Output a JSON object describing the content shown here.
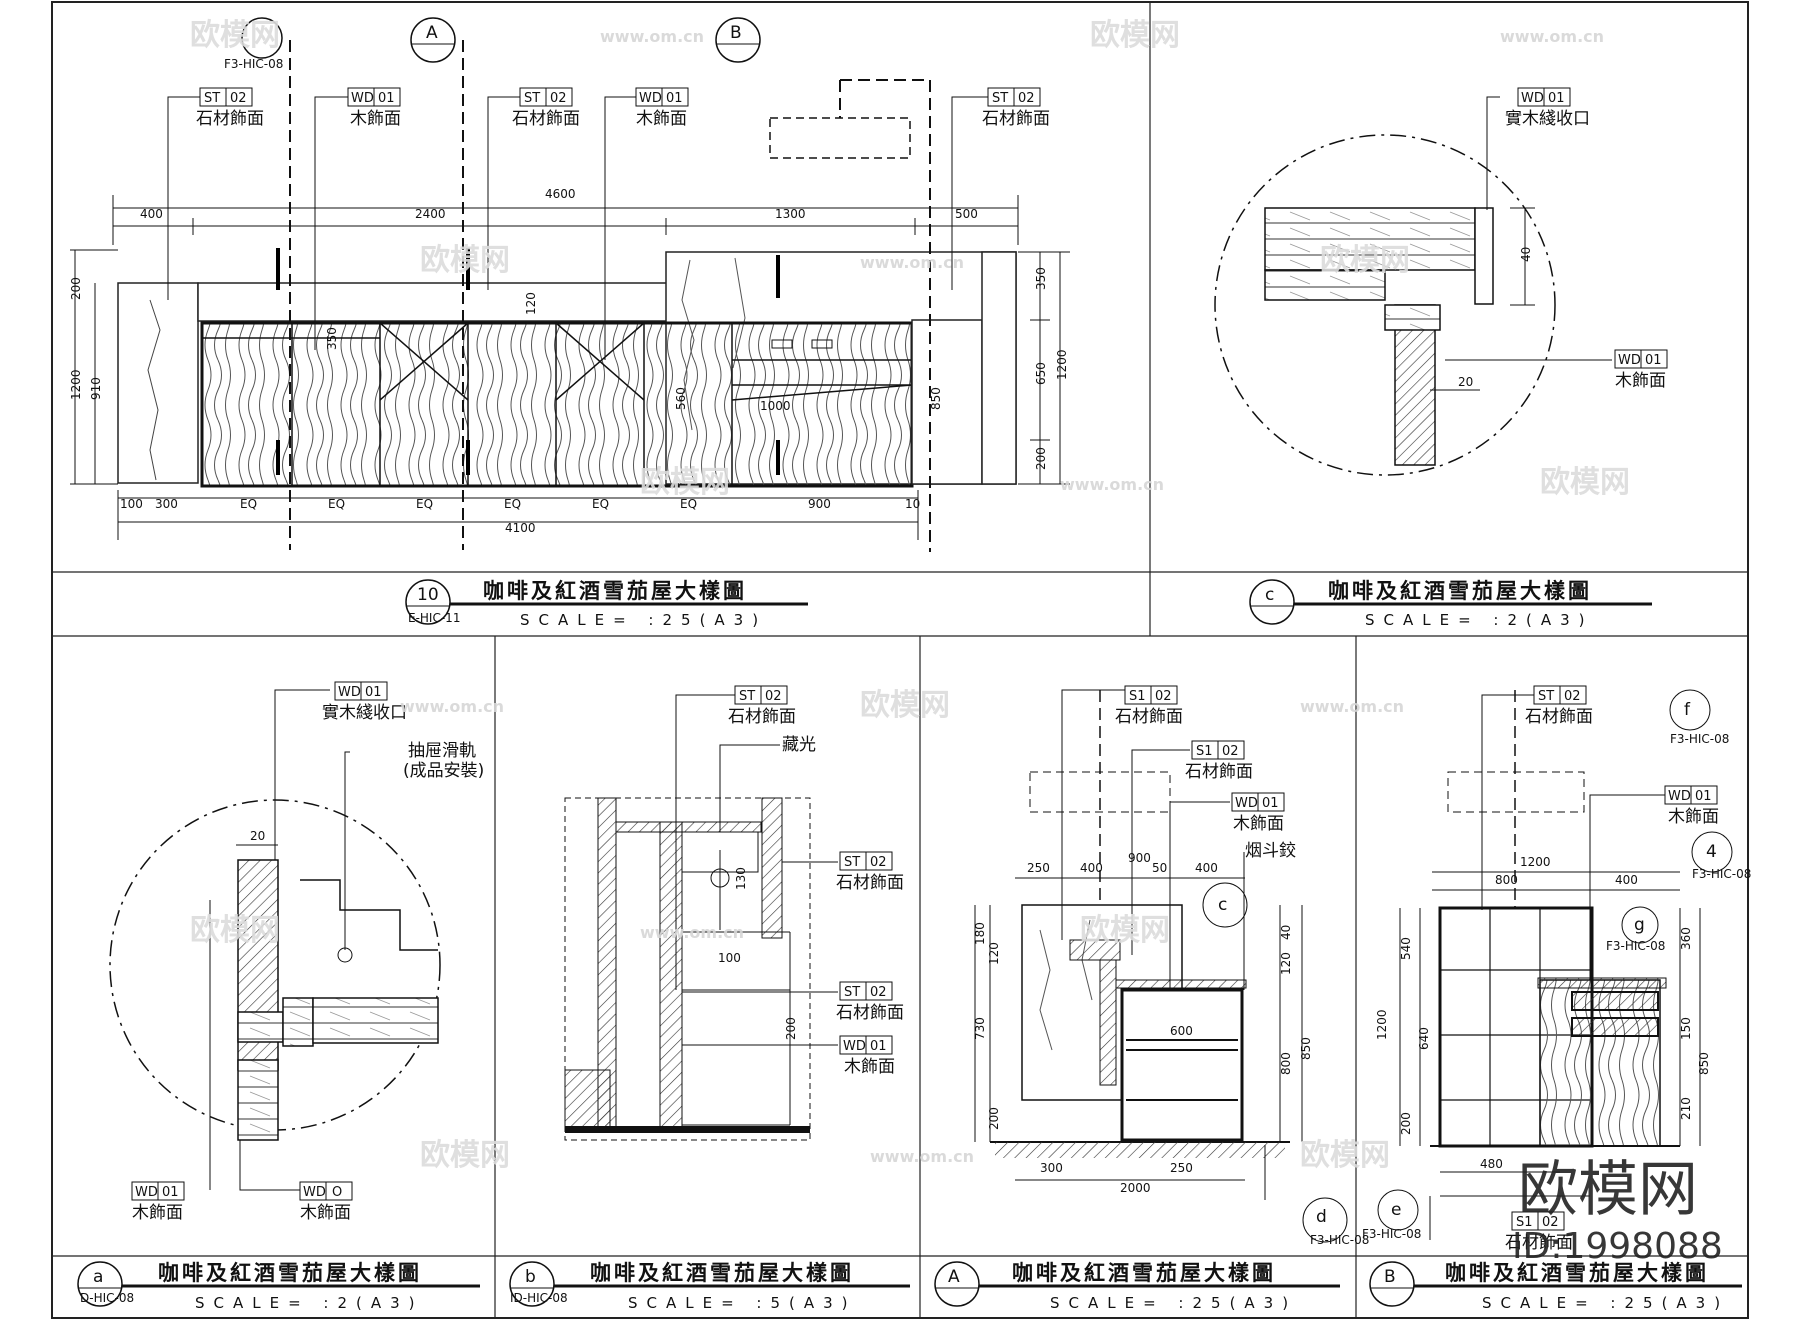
{
  "watermark": {
    "brand": "欧模网",
    "url": "www.om.cn",
    "logo": "欧模网",
    "id": "ID:1998088"
  },
  "materials": {
    "st02": {
      "code": "ST",
      "num": "02",
      "label": "石材飾面"
    },
    "st_s1": {
      "code": "S1",
      "num": "02",
      "label": "石材飾面"
    },
    "wd01": {
      "code": "WD",
      "num": "01",
      "label": "木飾面"
    },
    "wd01_edge": {
      "code": "WD",
      "num": "01",
      "label": "實木綫收口"
    },
    "wd_plain": {
      "code": "WD",
      "num": "O",
      "label": "木飾面"
    },
    "slide": "抽屉滑軌\n(成品安裝)",
    "hidden_light": "藏光",
    "hinge": "烟斗鉸"
  },
  "panels": {
    "p10": {
      "num": "10",
      "ref": "E-HIC-11",
      "title": "咖啡及紅酒雪茄屋大樣圖",
      "scale": "SCALE=  :25(A3)"
    },
    "pc": {
      "num": "c",
      "ref": "",
      "title": "咖啡及紅酒雪茄屋大樣圖",
      "scale": "SCALE=  :2(A3)"
    },
    "pa": {
      "num": "a",
      "ref": "D-HIC-08",
      "title": "咖啡及紅酒雪茄屋大樣圖",
      "scale": "SCALE=  :2(A3)"
    },
    "pb": {
      "num": "b",
      "ref": "ID-HIC-08",
      "title": "咖啡及紅酒雪茄屋大樣圖",
      "scale": "SCALE=  :5(A3)"
    },
    "pA": {
      "num": "A",
      "ref": "",
      "title": "咖啡及紅酒雪茄屋大樣圖",
      "scale": "SCALE=  :25(A3)"
    },
    "pB": {
      "num": "B",
      "ref": "",
      "title": "咖啡及紅酒雪茄屋大樣圖",
      "scale": "SCALE=  :25(A3)"
    }
  },
  "callouts": {
    "secA": "A",
    "secB": "B",
    "secc": "c",
    "secd": "d",
    "sece": "e",
    "secf": "f",
    "secg": "g",
    "ref_e": "F3-HIC-08",
    "ref_B": "F3-HIC-08",
    "ref_d": "F3-HIC-08",
    "ref_e2": "F3-HIC-08",
    "ref_f": "F3-HIC-08",
    "ref_4": "F3-HIC-08",
    "ref_g": "F3-HIC-08",
    "num_4": "4"
  },
  "dims_main": {
    "total_top": "4600",
    "seg_top": [
      "400",
      "2400",
      "1300",
      "500"
    ],
    "seg_bottom": [
      "100",
      "300",
      "EQ",
      "EQ",
      "EQ",
      "EQ",
      "EQ",
      "EQ",
      "900",
      "10"
    ],
    "total_bottom": "4100",
    "left_h": [
      "200",
      "910",
      "1200"
    ],
    "right_h": [
      "350",
      "1200",
      "650",
      "200"
    ],
    "inner": [
      "120",
      "350",
      "850",
      "1000",
      "560"
    ]
  },
  "dims_c": {
    "v": "40",
    "h": "20"
  },
  "dims_a": {
    "h": "20"
  },
  "dims_b": {
    "a": "100",
    "b": "130",
    "c": "200"
  },
  "dims_A": {
    "top": [
      "250",
      "400",
      "50",
      "400"
    ],
    "w": "900",
    "inner": "600",
    "bottom": [
      "300",
      "250"
    ],
    "total": "2000",
    "left": [
      "180",
      "120",
      "730",
      "200"
    ],
    "right": [
      "40",
      "120",
      "800",
      "850"
    ]
  },
  "dims_B": {
    "top": [
      "800",
      "400"
    ],
    "w": "1200",
    "left": [
      "540",
      "640",
      "200"
    ],
    "right": [
      "360",
      "150",
      "850",
      "210"
    ],
    "bottom": "480",
    "h": "1200"
  }
}
